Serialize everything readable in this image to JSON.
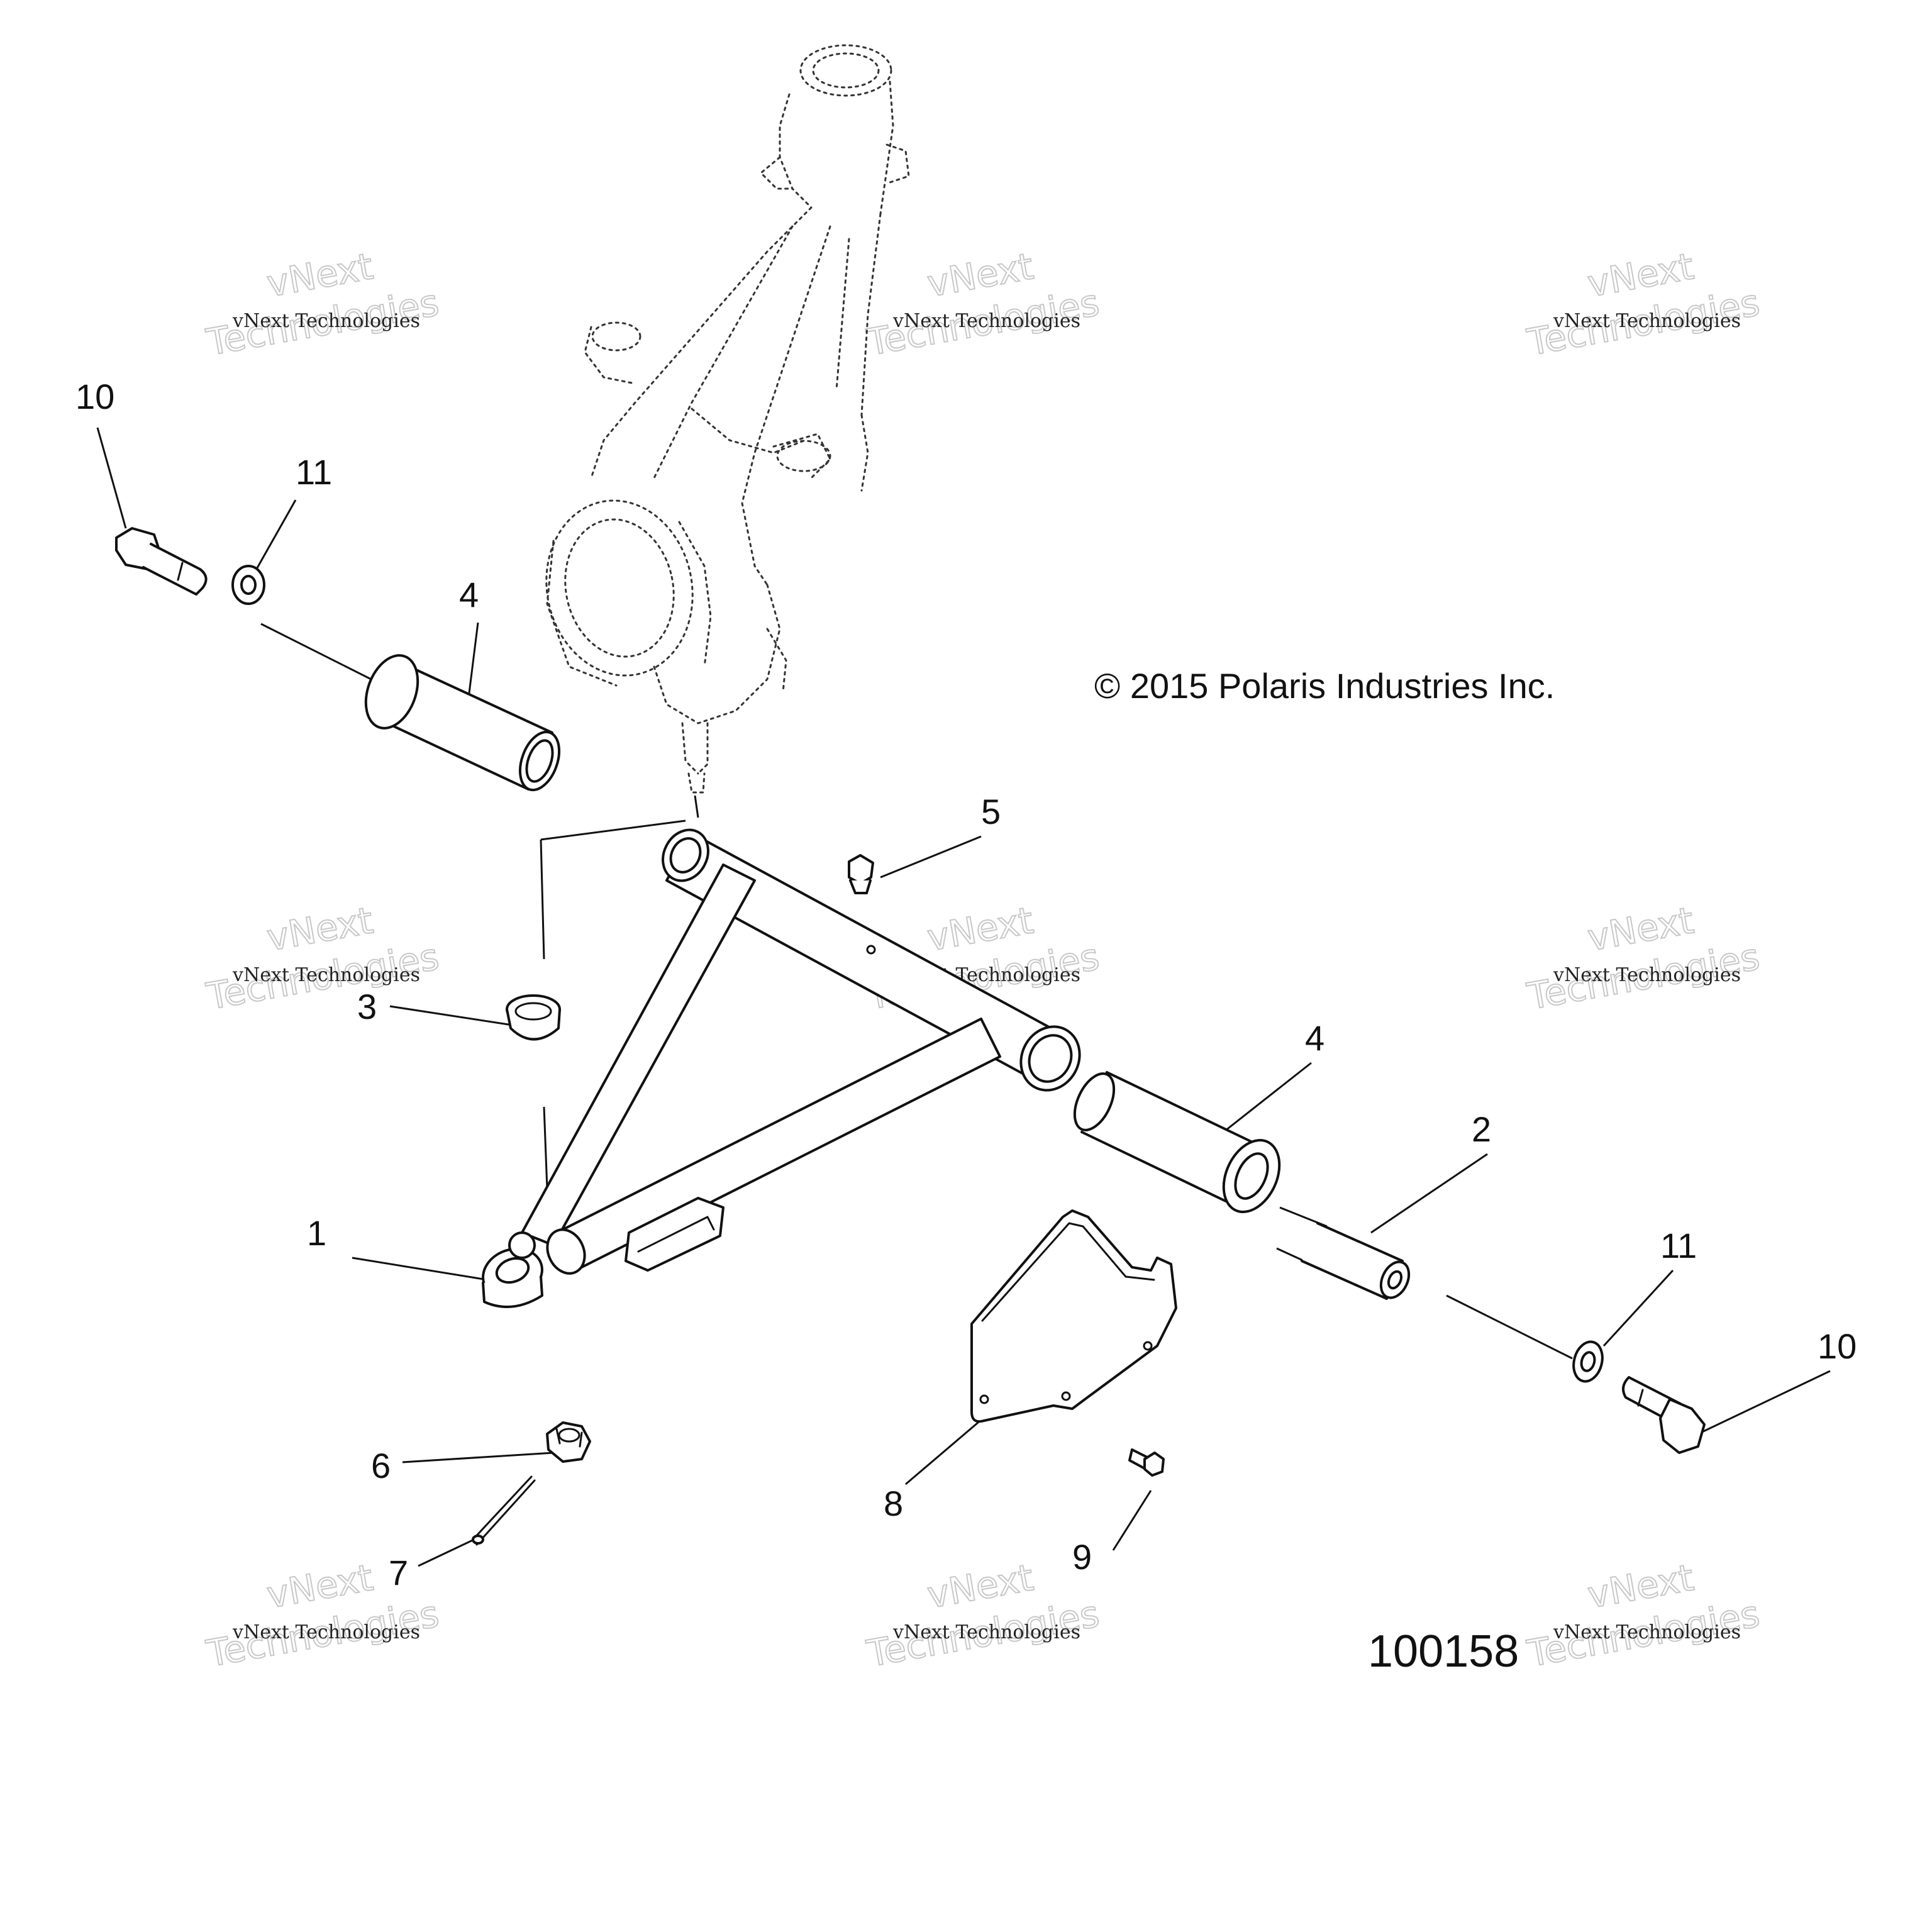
{
  "diagram": {
    "copyright": "© 2015 Polaris Industries Inc.",
    "figure_number": "100158",
    "watermark": {
      "line_small": "vNext Technologies",
      "line_brand": "vNext",
      "line_big": "Technologies"
    },
    "callouts": {
      "c1": "1",
      "c2": "2",
      "c3": "3",
      "c4a": "4",
      "c4b": "4",
      "c5": "5",
      "c6": "6",
      "c7": "7",
      "c8": "8",
      "c9": "9",
      "c10a": "10",
      "c10b": "10",
      "c11a": "11",
      "c11b": "11"
    }
  }
}
